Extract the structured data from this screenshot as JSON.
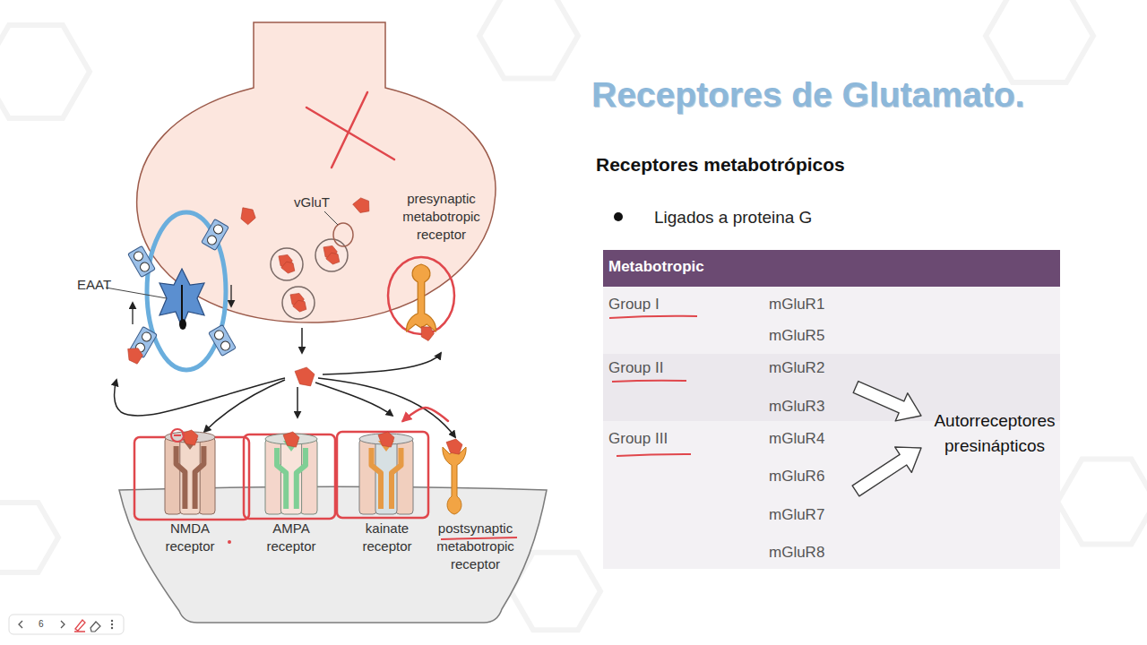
{
  "diagram": {
    "title": "Receptores de Glutamato.",
    "nodes": [
      {
        "text": [
          "presynaptic metabotropic receptor"
        ]
      },
      {
        "text": [
          "EAAT"
        ]
      },
      {
        "text": [
          "NMDA receptor"
        ]
      },
      {
        "text": [
          "AMPA receptor"
        ]
      },
      {
        "text": [
          "kainate receptor"
        ]
      },
      {
        "text": [
          "postsynaptic metabotropic receptor"
        ]
      }
    ],
    "edges": [
      {
        "from": 5,
        "to": 4,
        "arrow": "to"
      }
    ],
    "labels": [
      "vGluT",
      "Receptores metabotrópicos",
      "Ligados a proteina G",
      "Metabotropic",
      "Group I",
      "mGluR1",
      "mGluR5",
      "Group II",
      "mGluR2",
      "mGluR3",
      "Group III",
      "mGluR4",
      "mGluR6",
      "mGluR7",
      "mGluR8",
      "Autorreceptores presinápticos",
      "6"
    ]
  }
}
